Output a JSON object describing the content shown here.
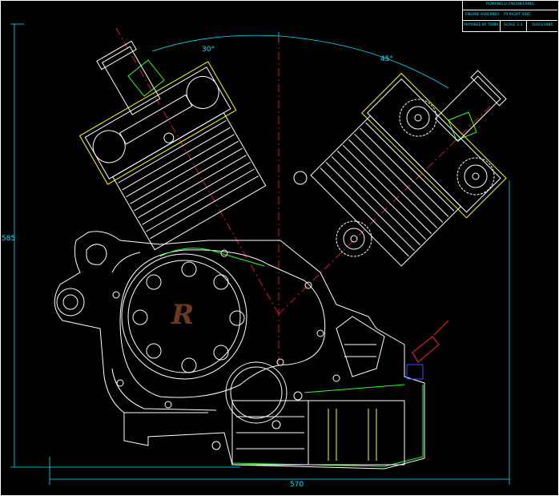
{
  "title_block": {
    "company": "ROMANELLI ENGINEERING",
    "drawing_title": "ENGINE ASSEMBLY - 79 RIGHT SIDE",
    "drawn_by": "PHYOKEE BY TDMA",
    "scale": "SCALE 1:1",
    "date": "10/03/1985"
  },
  "dimensions": {
    "overall_height": "585",
    "overall_width": "570",
    "front_cyl_angle": "30°",
    "rear_cyl_angle": "45°"
  },
  "logo_text": "R",
  "colors": {
    "background": "#000000",
    "outline": "#ffffff",
    "centerline": "#ff2020",
    "dimension": "#00e5ff",
    "gasket": "#30ff30",
    "yellow_part": "#ffff00",
    "logo": "#6b3a1e",
    "blue_part": "#3050ff"
  }
}
